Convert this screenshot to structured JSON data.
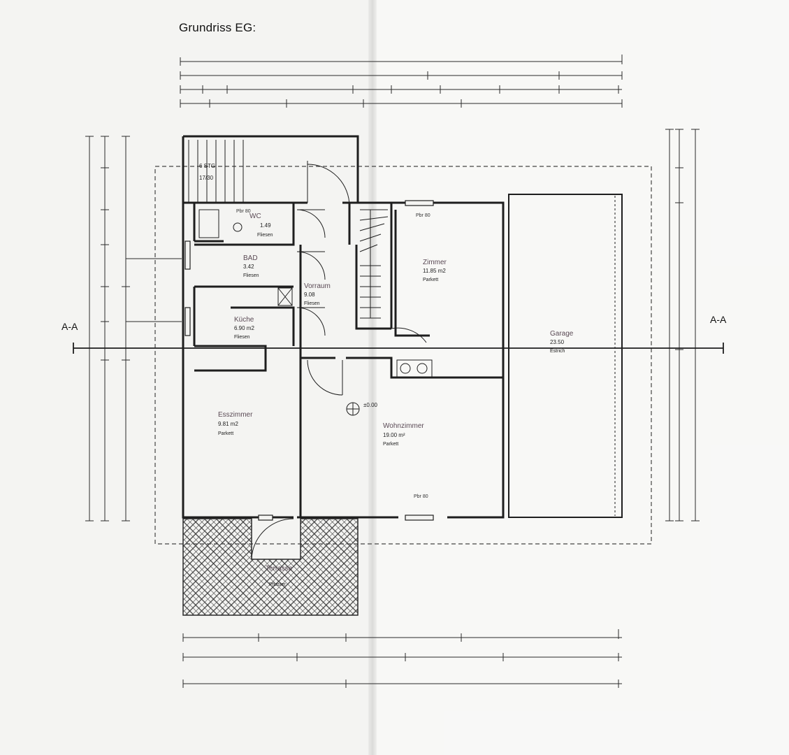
{
  "title": "Grundriss EG:",
  "stair_label": "6 STG",
  "stair_ratio": "17/30",
  "section_label": "A-A",
  "level_marker": "±0.00",
  "rooms": {
    "wc": {
      "name": "WC",
      "area": "1.49",
      "floor": "Fliesen"
    },
    "bad": {
      "name": "BAD",
      "area": "3.42",
      "floor": "Fliesen"
    },
    "vorraum": {
      "name": "Vorraum",
      "area": "9.08",
      "floor": "Fliesen"
    },
    "kueche": {
      "name": "Küche",
      "area": "6.90 m2",
      "floor": "Fliesen"
    },
    "zimmer": {
      "name": "Zimmer",
      "area": "11.85 m2",
      "floor": "Parkett"
    },
    "garage": {
      "name": "Garage",
      "area": "23.50",
      "floor": "Estrich"
    },
    "esszimmer": {
      "name": "Esszimmer",
      "area": "9.81 m2",
      "floor": "Parkett"
    },
    "wohnzimmer": {
      "name": "Wohnzimmer",
      "area": "19.00 m²",
      "floor": "Parkett"
    },
    "terrasse": {
      "name": "Terrasse",
      "area": "",
      "floor": "Pflaster"
    }
  },
  "parapet_labels": {
    "wc": "Pbr 80",
    "zimmer": "Pbr 80",
    "wohnzimmer": "Pbr 80"
  },
  "colors": {
    "line": "#2a2a2a",
    "paper": "#f4f4f2",
    "room_name": "#5a4a55",
    "hatch": "#3a3a3a"
  }
}
